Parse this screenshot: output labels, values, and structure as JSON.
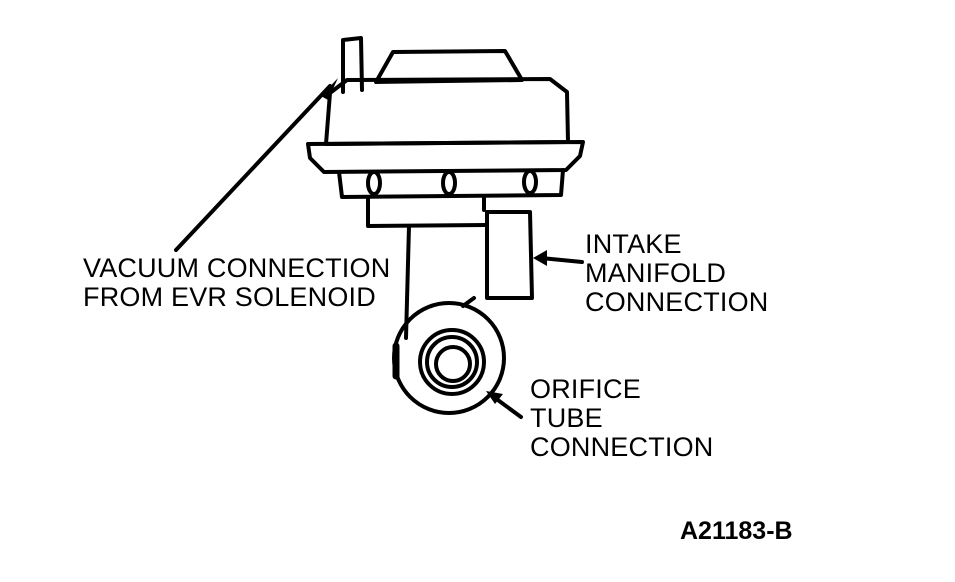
{
  "labels": {
    "vacuum": [
      "VACUUM CONNECTION",
      "FROM EVR SOLENOID"
    ],
    "intake": [
      "INTAKE",
      "MANIFOLD",
      "CONNECTION"
    ],
    "orifice": [
      "ORIFICE",
      "TUBE",
      "CONNECTION"
    ]
  },
  "figure_id": "A21183-B",
  "colors": {
    "ink": "#000000",
    "paper": "#ffffff"
  }
}
